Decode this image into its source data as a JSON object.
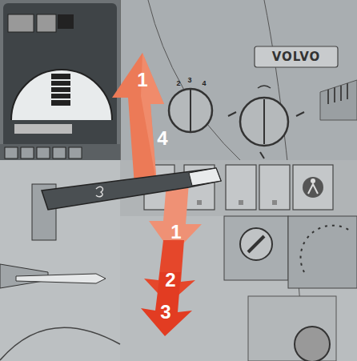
{
  "diagram": {
    "labels": [
      "VOLVO",
      "2",
      "3",
      "4",
      "1",
      "4",
      "1",
      "2",
      "3"
    ]
  }
}
